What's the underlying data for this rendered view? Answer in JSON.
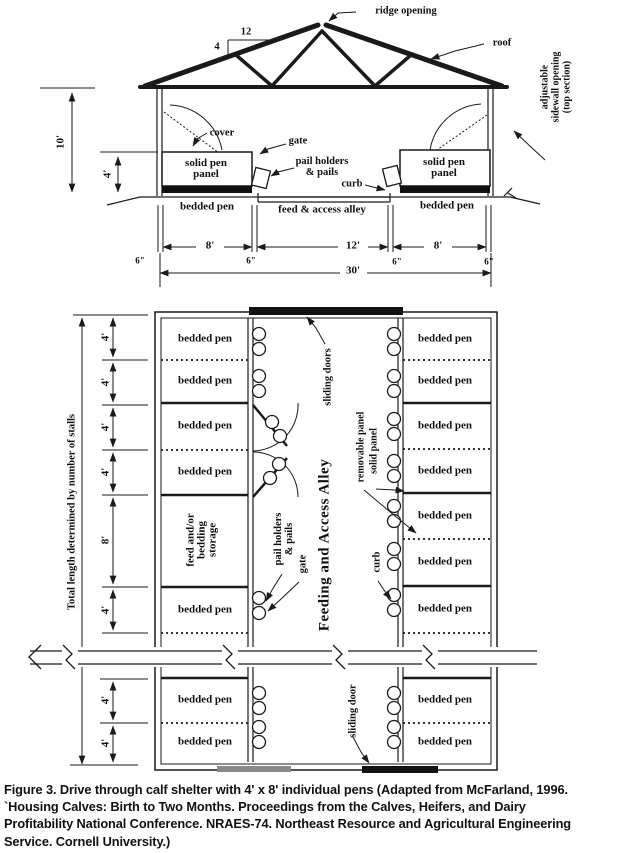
{
  "caption": {
    "lines": [
      "Figure 3. Drive through calf shelter with 4' x 8' individual pens (Adapted from McFarland, 1996.",
      "`Housing Calves: Birth to Two Months. Proceedings from the Calves, Heifers, and Dairy",
      "Profitability National Conference. NRAES-74. Northeast Resource and Agricultural Engineering",
      "Service. Cornell University.)"
    ]
  },
  "cross_section": {
    "ridge_opening": "ridge opening",
    "roof": "roof",
    "slope_run": "12",
    "slope_rise": "4",
    "adjustable_sidewall": [
      "adjustable",
      "sidewall opening",
      "(top section)"
    ],
    "cover": "cover",
    "gate": "gate",
    "pail_holders": [
      "pail holders",
      "& pails"
    ],
    "curb": "curb",
    "solid_pen_panel": [
      "solid pen",
      "panel"
    ],
    "bedded_pen": "bedded pen",
    "feed_access_alley": "feed & access alley",
    "dim_height": "10'",
    "dim_panel_height": "4'",
    "dim_pen_left": "8'",
    "dim_alley": "12'",
    "dim_pen_right": "8'",
    "dim_total": "30'",
    "dim_wall": "6\""
  },
  "plan": {
    "total_length": "Total length determined by number of stalls",
    "dim_stall": "4'",
    "dim_storage": "8'",
    "bedded_pen": "bedded pen",
    "feed_storage": [
      "feed and/or",
      "bedding",
      "storage"
    ],
    "sliding_doors": "sliding doors",
    "sliding_door": "sliding door",
    "pail_holders": [
      "pail holders",
      "& pails"
    ],
    "gate": "gate",
    "alley": "Feeding and Access Alley",
    "removable_panel": "removable panel",
    "solid_panel": "solid panel",
    "curb": "curb"
  },
  "colors": {
    "ink": "#1a1a1a",
    "door_bar": "#111111",
    "door_track": "#8a8a8a"
  }
}
